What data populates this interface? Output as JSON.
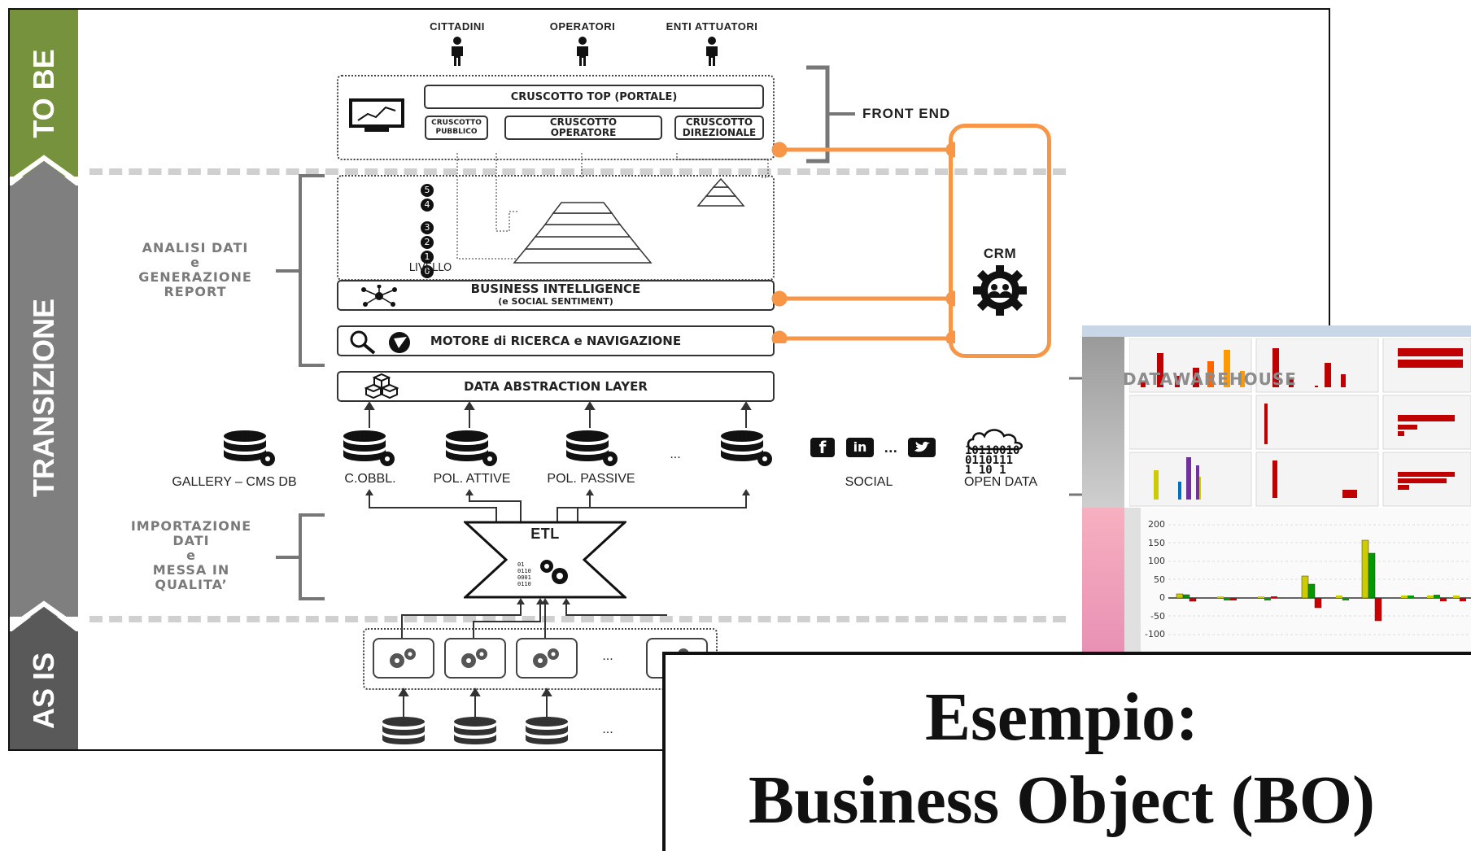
{
  "sidebar": {
    "top_label": "TO BE",
    "middle_label": "TRANSIZIONE",
    "bottom_label": "AS IS",
    "colors": {
      "to_be": "#76923c",
      "transizione": "#7f7f7f",
      "as_is": "#595959"
    }
  },
  "users": [
    {
      "label": "CITTADINI",
      "icon": "person-icon"
    },
    {
      "label": "OPERATORI",
      "icon": "person-icon"
    },
    {
      "label": "ENTI ATTUATORI",
      "icon": "person-icon"
    }
  ],
  "front_end": {
    "label": "FRONT END",
    "cruscotto_top": "CRUSCOTTO TOP (PORTALE)",
    "cruscotto_pubblico_1": "CRUSCOTTO",
    "cruscotto_pubblico_2": "PUBBLICO",
    "cruscotto_operatore_1": "CRUSCOTTO",
    "cruscotto_operatore_2": "OPERATORE",
    "cruscotto_direzionale_1": "CRUSCOTTO",
    "cruscotto_direzionale_2": "DIREZIONALE"
  },
  "analisi": {
    "label_1": "ANALISI DATI",
    "label_2": "e",
    "label_3": "GENERAZIONE",
    "label_4": "REPORT",
    "levels": [
      "5",
      "4",
      "3",
      "2",
      "1",
      "0"
    ],
    "livello": "LIVELLO",
    "bi_title": "BUSINESS INTELLIGENCE",
    "bi_subtitle": "(e SOCIAL SENTIMENT)",
    "motore": "MOTORE di RICERCA e NAVIGAZIONE",
    "data_abstraction": "DATA ABSTRACTION LAYER"
  },
  "crm": {
    "label": "CRM",
    "color": "#f79646"
  },
  "sources": {
    "gallery": "GALLERY – CMS DB",
    "cobbl": "C.OBBL.",
    "pol_attive": "POL. ATTIVE",
    "pol_passive": "POL. PASSIVE",
    "ellipsis": "...",
    "social": "SOCIAL",
    "open_data": "OPEN DATA",
    "social_ellipsis": "...",
    "binary_1": "10110010",
    "binary_2": "0110111",
    "binary_3": "1  10 1"
  },
  "importazione": {
    "label_1": "IMPORTAZIONE",
    "label_2": "DATI",
    "label_3": "e",
    "label_4": "MESSA IN",
    "label_5": "QUALITA’",
    "etl": "ETL",
    "etl_bits": [
      "01",
      "0110",
      "0001",
      "0110"
    ]
  },
  "as_is": {
    "ellipsis_1": "...",
    "ellipsis_2": "..."
  },
  "screenshot": {
    "overlay_label": "DATAWAREHOUSE",
    "y_ticks": [
      "200",
      "150",
      "100",
      "50",
      "0",
      "-50",
      "-100"
    ]
  },
  "title": {
    "line1": "Esempio:",
    "line2": "Business Object (BO)"
  }
}
